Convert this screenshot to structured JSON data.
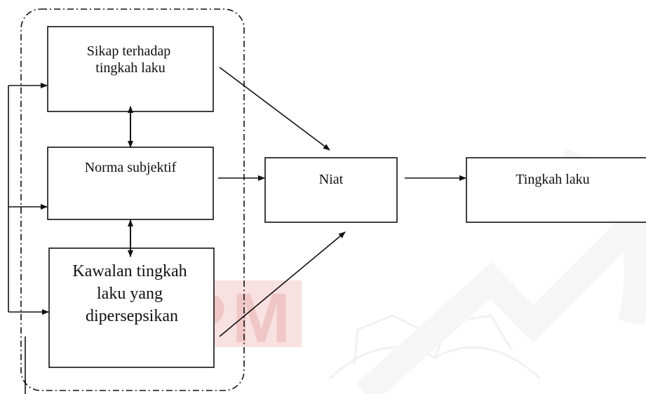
{
  "diagram": {
    "nodes": {
      "attitude": [
        "Sikap terhadap",
        "tingkah laku"
      ],
      "norm": [
        "Norma subjektif"
      ],
      "control": [
        "Kawalan tingkah",
        "laku yang",
        "dipersepsikan"
      ],
      "intention": [
        "Niat"
      ],
      "behavior": [
        "Tingkah laku"
      ]
    },
    "watermark": {
      "text": "UPM",
      "color": "#e39a98"
    },
    "colors": {
      "line": "#111111",
      "background": "#ffffff"
    }
  }
}
